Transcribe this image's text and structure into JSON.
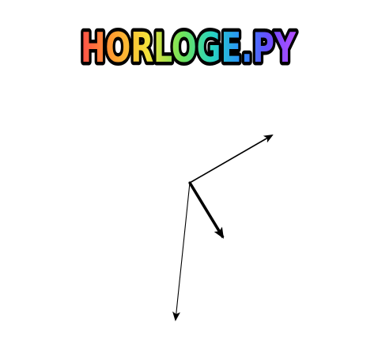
{
  "app": {
    "title": "HORLOGE.PY"
  },
  "logo": {
    "text": "HORLOGE.PY",
    "colors": [
      "#ff4a4a",
      "#ff9f2f",
      "#f4e23b",
      "#6ee35a",
      "#27d4c2",
      "#2b8cff",
      "#6a4dff",
      "#b24dff"
    ],
    "outline_color": "#000000"
  },
  "clock": {
    "hands": [
      {
        "name": "hour",
        "angle_deg": 152,
        "style": "thick"
      },
      {
        "name": "minute",
        "angle_deg": 60,
        "style": "thin"
      },
      {
        "name": "second",
        "angle_deg": 186,
        "style": "thin"
      }
    ],
    "hand_color": "#000000"
  }
}
